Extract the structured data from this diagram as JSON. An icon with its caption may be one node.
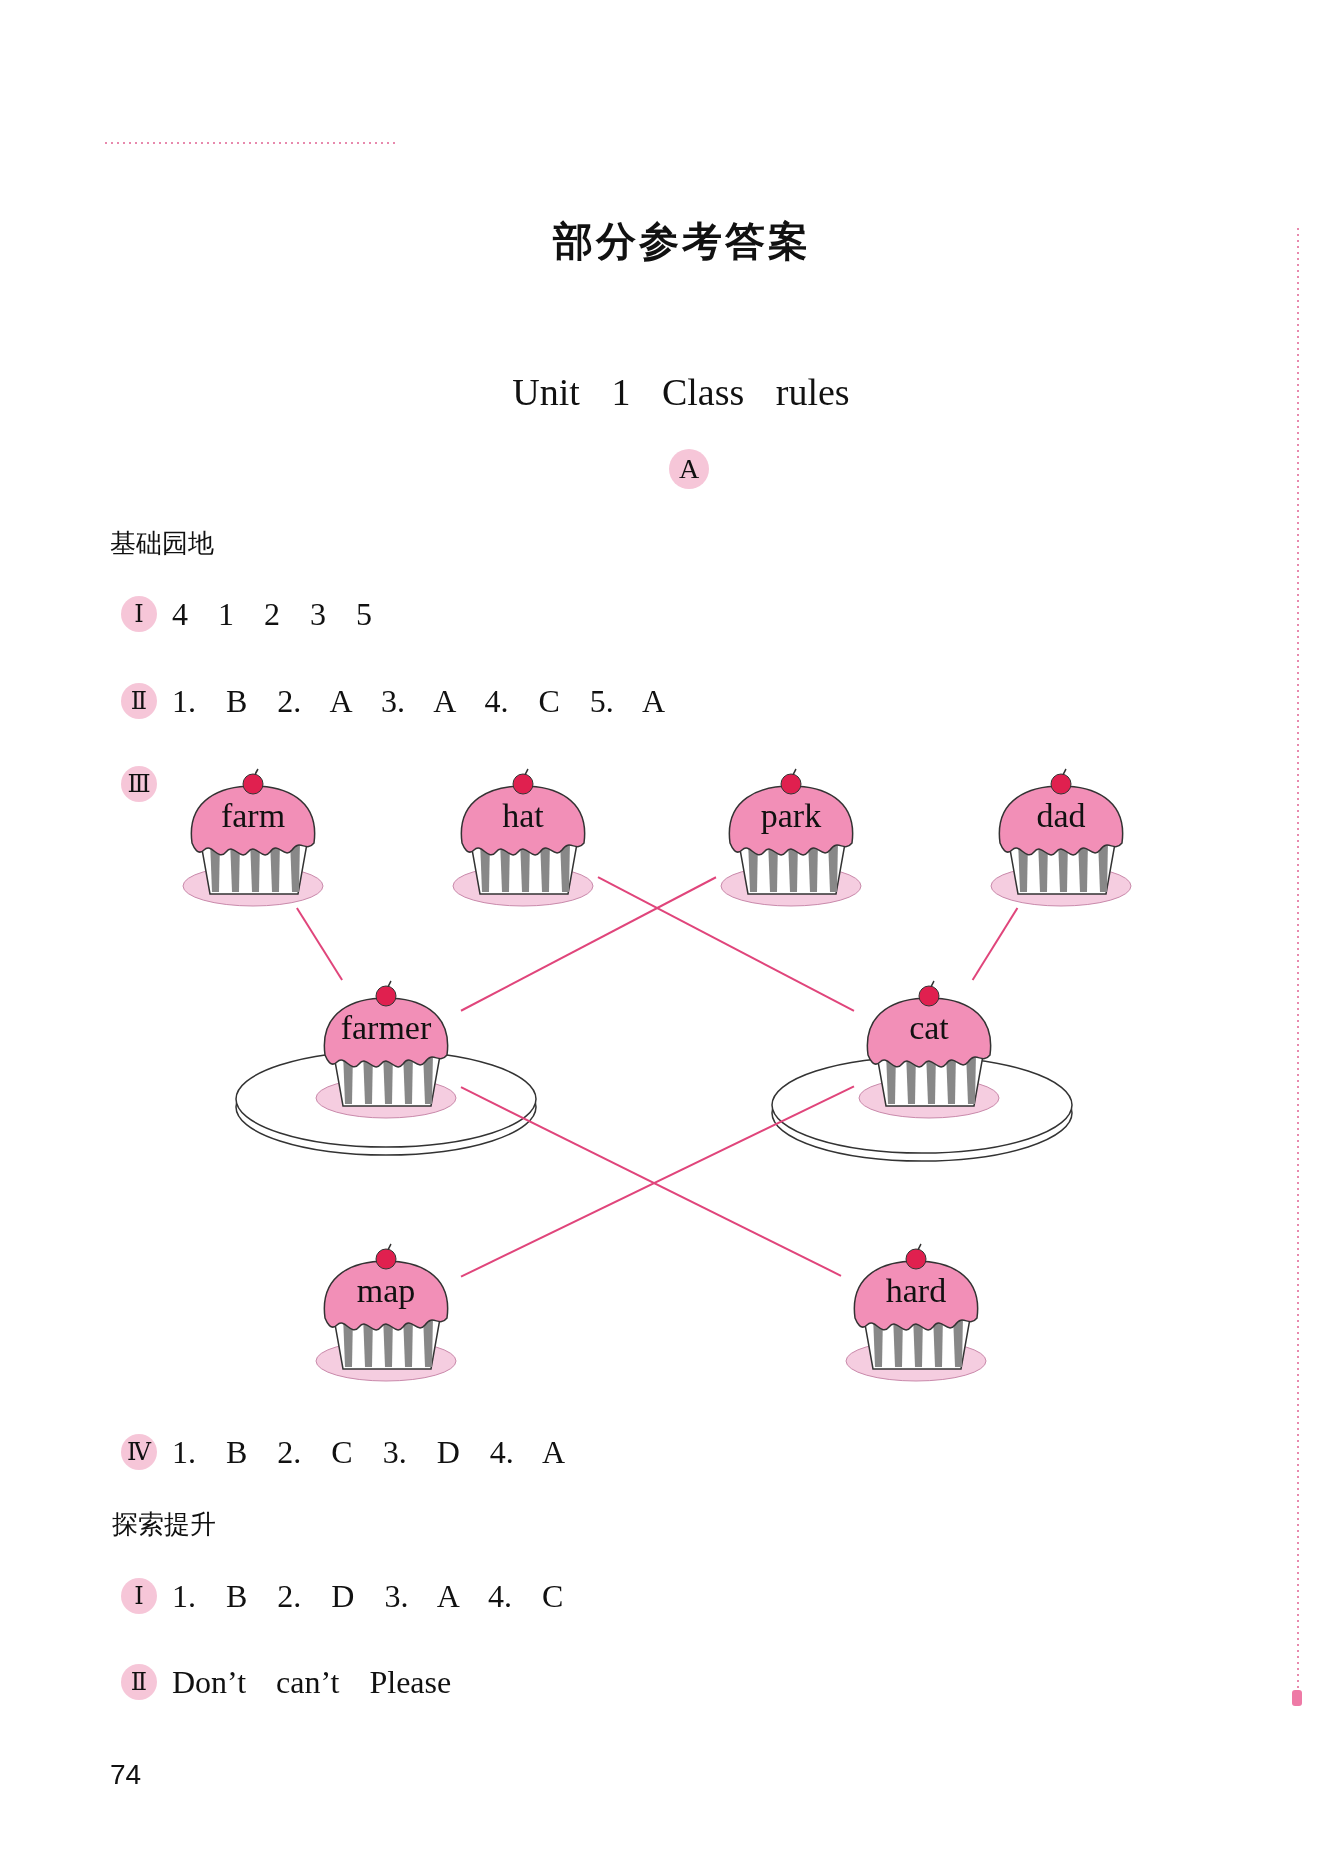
{
  "diagram": {
    "title": "部分参考答案",
    "nodes": [
      {
        "text": [
          "farm"
        ]
      },
      {
        "text": [
          "hat"
        ]
      },
      {
        "text": [
          "park"
        ]
      },
      {
        "text": [
          "dad"
        ]
      },
      {
        "text": [
          "farmer"
        ]
      },
      {
        "text": [
          "cat"
        ]
      },
      {
        "text": [
          "map"
        ]
      },
      {
        "text": [
          "hard"
        ]
      }
    ],
    "edges": [
      {
        "from": 0,
        "to": 4,
        "arrow": "none"
      },
      {
        "from": 1,
        "to": 5,
        "arrow": "none"
      },
      {
        "from": 2,
        "to": 4,
        "arrow": "none"
      },
      {
        "from": 3,
        "to": 5,
        "arrow": "none"
      },
      {
        "from": 4,
        "to": 7,
        "arrow": "none"
      },
      {
        "from": 5,
        "to": 6,
        "arrow": "none"
      }
    ],
    "labels": [
      "Unit 1 Class rules",
      "A",
      "基础园地",
      "Ⅰ",
      "4 1 2 3 5",
      "Ⅱ",
      "1. B 2. A 3. A 4. C 5. A",
      "Ⅲ",
      "Ⅳ",
      "1. B 2. C 3. D 4. A",
      "探索提升",
      "Ⅰ",
      "1. B 2. D 3. A 4. C",
      "Ⅱ",
      "Don’t can’t Please",
      "74"
    ]
  }
}
